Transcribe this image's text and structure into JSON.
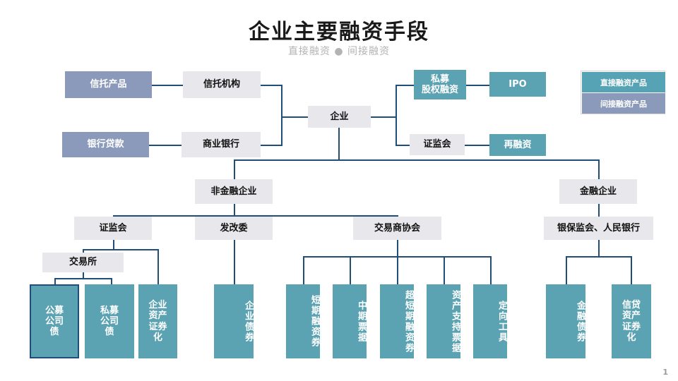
{
  "header": {
    "title": "企业主要融资手段",
    "subtitle": "直接融资 ● 间接融资"
  },
  "legend": {
    "direct_label": "直接融资产品",
    "indirect_label": "间接融资产品",
    "direct_color": "#55a3b4",
    "indirect_color": "#8b9abb"
  },
  "colors": {
    "gray_box": "#e8e8ec",
    "teal_box": "#5ba3b3",
    "purple_box": "#8b9abb",
    "connector": "#1f4e79",
    "title_text": "#1a1a1a",
    "subtitle_text": "#b3b3b3"
  },
  "nodes": {
    "trust_product": "信托产品",
    "trust_institution": "信托机构",
    "bank_loan": "银行贷款",
    "commercial_bank": "商业银行",
    "enterprise": "企业",
    "private_equity": "私募\n股权融资",
    "ipo": "IPO",
    "csrc_top": "证监会",
    "refinancing": "再融资",
    "non_financial_enterprise": "非金融企业",
    "financial_enterprise": "金融企业",
    "csrc": "证监会",
    "ndrc": "发改委",
    "nafmii": "交易商协会",
    "cbirc_pboc": "银保监会、人民银行",
    "exchange": "交易所",
    "public_corporate_bond": "公募公司债",
    "private_corporate_bond": "私募公司债",
    "enterprise_abs": "企业资产证券化",
    "enterprise_bond": "企业债券",
    "short_term_financing_bill": "短期融资券",
    "medium_term_note": "中期票据",
    "super_short_term_bill": "超短期融资券",
    "asset_backed_note": "资产支持票据",
    "directional_tool": "定向工具",
    "financial_bond": "金融债券",
    "credit_asset_abs": "信贷资产证券化"
  },
  "footer": {
    "page_number": "1"
  }
}
